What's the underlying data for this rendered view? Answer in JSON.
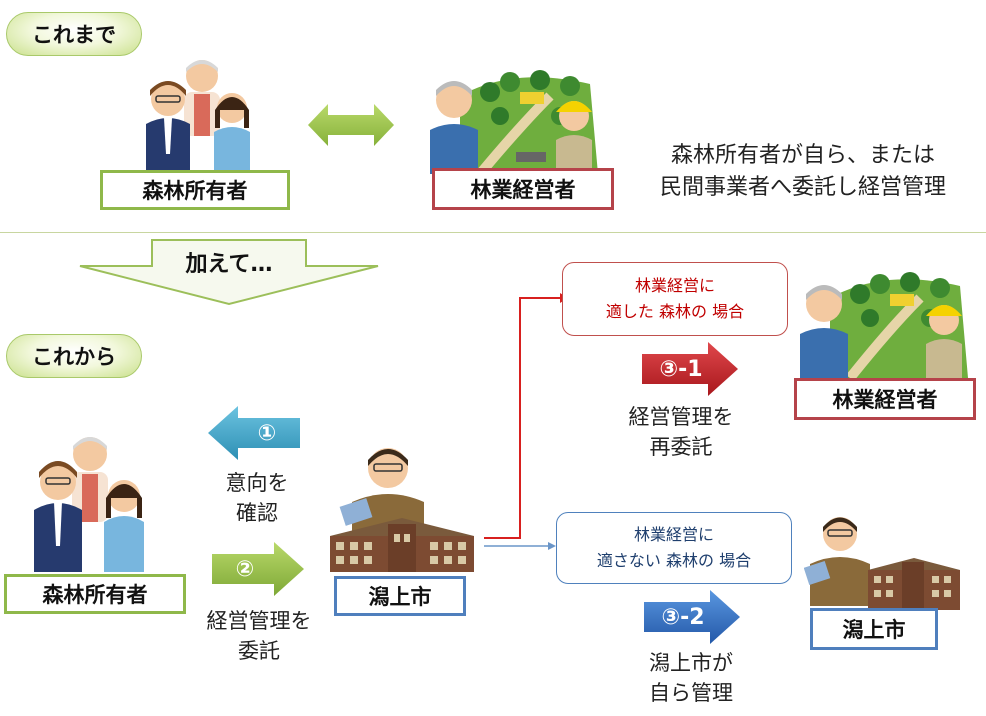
{
  "header_before": "これまで",
  "header_after": "これから",
  "before": {
    "owner_label": "森林所有者",
    "operator_label": "林業経営者",
    "description_line1": "森林所有者が自ら、または",
    "description_line2": "民間事業者へ委託し経営管理"
  },
  "transition_label": "加えて…",
  "after": {
    "owner_label": "森林所有者",
    "city_label": "潟上市",
    "step1_badge": "①",
    "step1_text_line1": "意向を",
    "step1_text_line2": "確認",
    "step2_badge": "②",
    "step2_text_line1": "経営管理を",
    "step2_text_line2": "委託",
    "suitable_callout_line1": "林業経営に",
    "suitable_callout_line2": "適した 森林の 場合",
    "step31_badge": "③-1",
    "step31_text_line1": "経営管理を",
    "step31_text_line2": "再委託",
    "operator_label": "林業経営者",
    "unsuitable_callout_line1": "林業経営に",
    "unsuitable_callout_line2": "適さない 森林の 場合",
    "step32_badge": "③-2",
    "step32_text_line1": "潟上市が",
    "step32_text_line2": "自ら管理",
    "city_label2": "潟上市"
  },
  "colors": {
    "green_accent": "#8fb84a",
    "red_accent": "#b5434a",
    "blue_accent": "#4f7fbd",
    "teal_arrow": "#3aa1c4",
    "red_arrow": "#c0282d",
    "blue_arrow": "#2f6fc0"
  },
  "icons": [
    "family-people-icon",
    "forestry-workers-icon",
    "city-official-icon",
    "city-hall-building-icon"
  ]
}
